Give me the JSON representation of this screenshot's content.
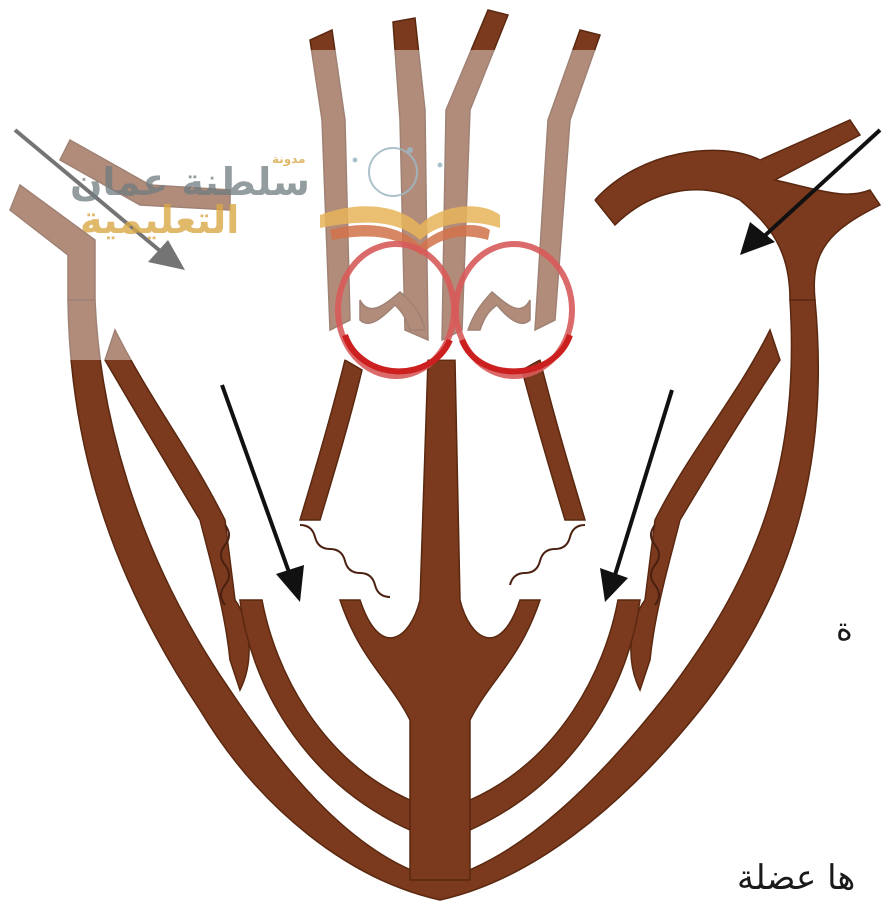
{
  "diagram": {
    "text_fragments": [
      "ة",
      "ها عضلة"
    ],
    "watermark": {
      "line1": "سلطنة عمان",
      "line2": "التعليمية",
      "small": "مدونة"
    },
    "colors": {
      "muscle": "#7b3a1d",
      "highlight": "#cc1f1f",
      "arrow": "#111111",
      "watermark_gray": "#6f7b80",
      "watermark_gold": "#d9a845"
    },
    "icons": [
      "flow-arrow-icon",
      "valve-highlight-circle",
      "book-logo-icon"
    ]
  }
}
